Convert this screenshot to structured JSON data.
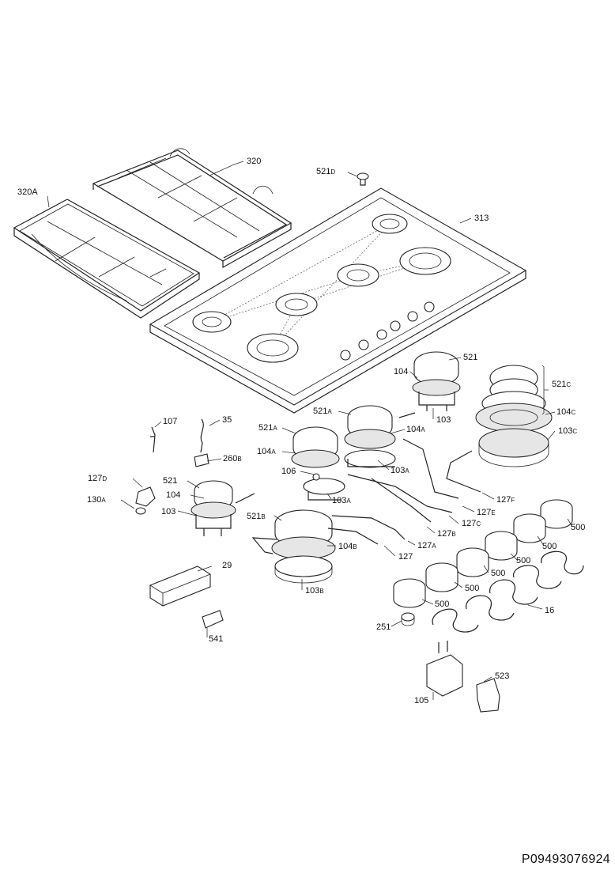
{
  "document_id": "P09493076924",
  "labels": [
    {
      "name": "part-320",
      "text": "320",
      "sub": ""
    },
    {
      "name": "part-320a",
      "text": "320A",
      "sub": ""
    },
    {
      "name": "part-521d",
      "text": "521",
      "sub": "D"
    },
    {
      "name": "part-313",
      "text": "313",
      "sub": ""
    },
    {
      "name": "part-104-right",
      "text": "104",
      "sub": ""
    },
    {
      "name": "part-521-right",
      "text": "521",
      "sub": ""
    },
    {
      "name": "part-521c",
      "text": "521",
      "sub": "C"
    },
    {
      "name": "part-104c",
      "text": "104",
      "sub": "C"
    },
    {
      "name": "part-103c",
      "text": "103",
      "sub": "C"
    },
    {
      "name": "part-103-right",
      "text": "103",
      "sub": ""
    },
    {
      "name": "part-521a-mid",
      "text": "521",
      "sub": "A"
    },
    {
      "name": "part-104a-mid",
      "text": "104",
      "sub": "A"
    },
    {
      "name": "part-103a-mid",
      "text": "103",
      "sub": "A"
    },
    {
      "name": "part-107",
      "text": "107",
      "sub": ""
    },
    {
      "name": "part-35",
      "text": "35",
      "sub": ""
    },
    {
      "name": "part-521a-left",
      "text": "521",
      "sub": "A"
    },
    {
      "name": "part-104a-left",
      "text": "104",
      "sub": "A"
    },
    {
      "name": "part-260b",
      "text": "260",
      "sub": "B"
    },
    {
      "name": "part-106",
      "text": "106",
      "sub": ""
    },
    {
      "name": "part-103a-left",
      "text": "103",
      "sub": "A"
    },
    {
      "name": "part-127d",
      "text": "127",
      "sub": "D"
    },
    {
      "name": "part-521-left",
      "text": "521",
      "sub": ""
    },
    {
      "name": "part-104-left",
      "text": "104",
      "sub": ""
    },
    {
      "name": "part-130a",
      "text": "130",
      "sub": "A"
    },
    {
      "name": "part-103-left",
      "text": "103",
      "sub": ""
    },
    {
      "name": "part-127f",
      "text": "127",
      "sub": "F"
    },
    {
      "name": "part-127e",
      "text": "127",
      "sub": "E"
    },
    {
      "name": "part-127c",
      "text": "127",
      "sub": "C"
    },
    {
      "name": "part-521b",
      "text": "521",
      "sub": "B"
    },
    {
      "name": "part-127b",
      "text": "127",
      "sub": "B"
    },
    {
      "name": "part-127a",
      "text": "127",
      "sub": "A"
    },
    {
      "name": "part-104b",
      "text": "104",
      "sub": "B"
    },
    {
      "name": "part-127",
      "text": "127",
      "sub": ""
    },
    {
      "name": "part-103b",
      "text": "103",
      "sub": "B"
    },
    {
      "name": "part-500-a",
      "text": "500",
      "sub": ""
    },
    {
      "name": "part-500-b",
      "text": "500",
      "sub": ""
    },
    {
      "name": "part-500-c",
      "text": "500",
      "sub": ""
    },
    {
      "name": "part-500-d",
      "text": "500",
      "sub": ""
    },
    {
      "name": "part-500-e",
      "text": "500",
      "sub": ""
    },
    {
      "name": "part-500-f",
      "text": "500",
      "sub": ""
    },
    {
      "name": "part-29",
      "text": "29",
      "sub": ""
    },
    {
      "name": "part-16",
      "text": "16",
      "sub": ""
    },
    {
      "name": "part-251",
      "text": "251",
      "sub": ""
    },
    {
      "name": "part-541",
      "text": "541",
      "sub": ""
    },
    {
      "name": "part-523",
      "text": "523",
      "sub": ""
    },
    {
      "name": "part-105",
      "text": "105",
      "sub": ""
    }
  ]
}
